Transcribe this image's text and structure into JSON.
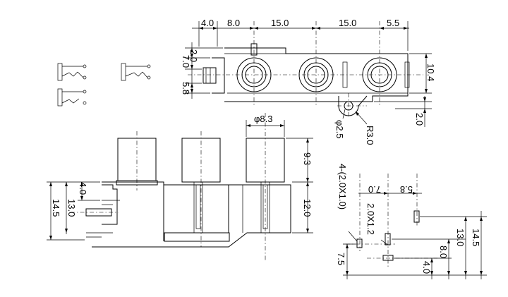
{
  "drawing": {
    "top_view": {
      "dims_top": [
        "4.0",
        "8.0",
        "15.0",
        "15.0",
        "5.5"
      ],
      "dims_left": [
        "2.0",
        "7.0",
        "5.8"
      ],
      "dim_right": "10.4",
      "dim_right_low": "2.0",
      "hole_dia": "φ2.5",
      "radius": "R3.0"
    },
    "front_view": {
      "top_dia": "φ8.3",
      "dims_right": [
        "9.3",
        "12.0"
      ],
      "dims_left": [
        "4.0",
        "13.0",
        "14.5"
      ]
    },
    "pcb_layout": {
      "dims_top": [
        "7.0",
        "5.8"
      ],
      "pad_label": "4-(2.0X1.0)",
      "pad_label_2": "2.0X1.2",
      "dim_left": "7.5",
      "dims_right": [
        "4.0",
        "8.0",
        "13.0",
        "14.5"
      ]
    }
  }
}
